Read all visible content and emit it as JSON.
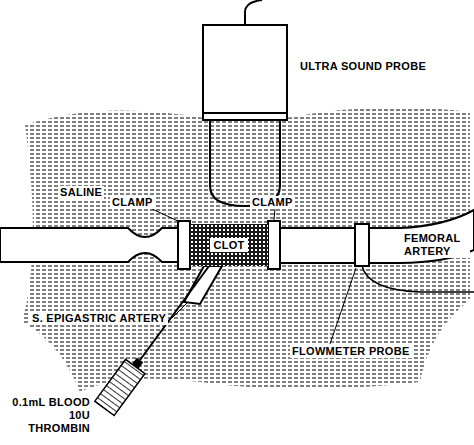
{
  "diagram": {
    "nodes": [
      {
        "text": [
          "CLOT"
        ]
      }
    ],
    "labels": [
      "ULTRA SOUND PROBE",
      "SALINE",
      "CLAMP",
      "CLAMP",
      "FEMORAL ARTERY",
      "S. EPIGASTRIC ARTERY",
      "FLOWMETER PROBE",
      "0.1mL BLOOD 10U THROMBIN"
    ]
  }
}
